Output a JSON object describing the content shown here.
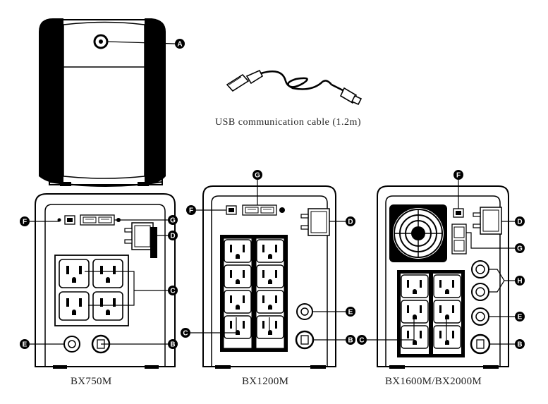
{
  "usb_caption": "USB communication cable (1.2m)",
  "models": [
    "BX750M",
    "BX1200M",
    "BX1600M/BX2000M"
  ],
  "callouts": {
    "A": "A",
    "B": "B",
    "C": "C",
    "D": "D",
    "E": "E",
    "F": "F",
    "G": "G",
    "H": "H"
  }
}
